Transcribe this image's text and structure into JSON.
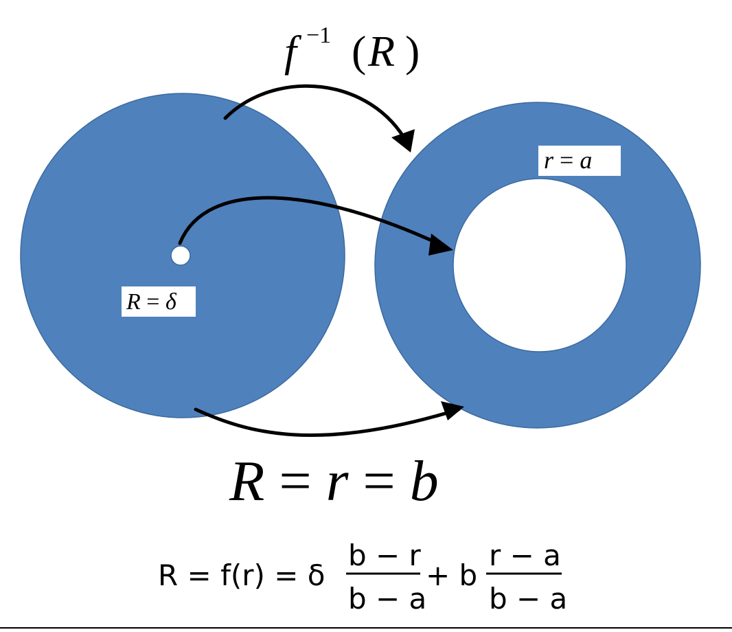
{
  "colors": {
    "disk_fill": "#4f81bd",
    "disk_stroke": "#3a6a9e",
    "arrow": "#000000",
    "label_bg": "#ffffff",
    "background": "#ffffff"
  },
  "top_label": {
    "func": "f",
    "superscript": "−1",
    "open_paren": "(",
    "arg": "R",
    "close_paren": ")"
  },
  "inner_left_label": {
    "lhs": "R",
    "eq": " = ",
    "rhs": "δ"
  },
  "inner_right_label": {
    "lhs": "r",
    "eq": " = ",
    "rhs": "a"
  },
  "boundary_label": {
    "a": "R",
    "eq1": " = ",
    "b": "r",
    "eq2": " = ",
    "c": "b"
  },
  "formula": {
    "lhs": "R = f(r) = δ",
    "frac1_num": "b − r",
    "frac1_den": "b − a",
    "plus": " + b",
    "frac2_num": "r − a",
    "frac2_den": "b − a"
  }
}
